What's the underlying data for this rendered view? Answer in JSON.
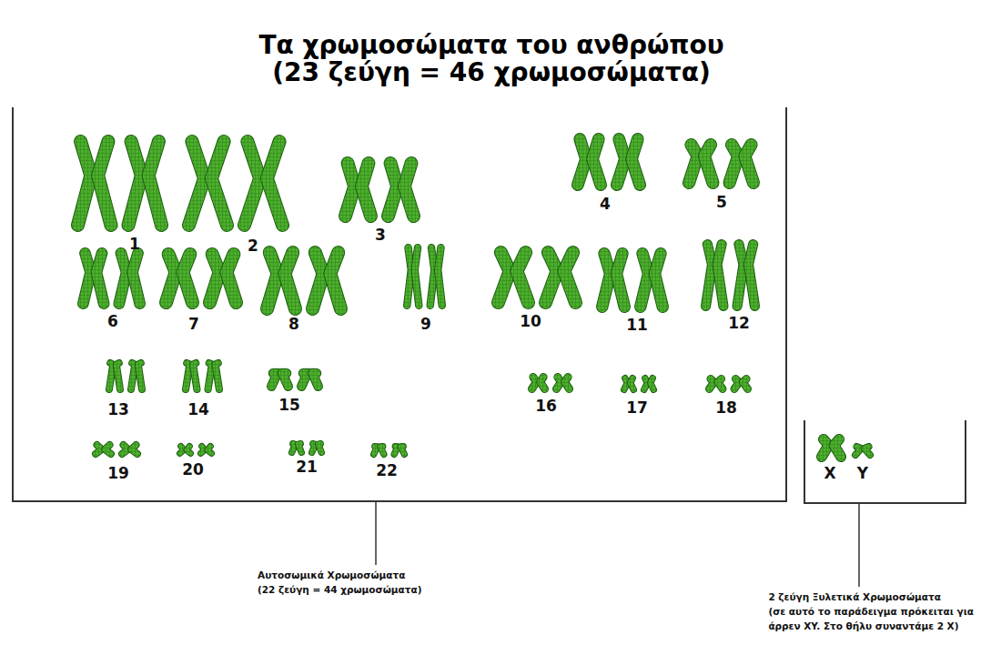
{
  "diagram": {
    "title": "Τα χρωμοσώματα του ανθρώπου",
    "nodes": [
      {
        "text": [
          "1",
          "2",
          "3",
          "4",
          "5",
          "6",
          "7",
          "8",
          "9",
          "10",
          "11",
          "12",
          "13",
          "14",
          "15",
          "16",
          "17",
          "18",
          "19",
          "20",
          "21",
          "22"
        ]
      },
      {
        "text": [
          "X",
          "Y"
        ]
      }
    ],
    "labels": [
      "(23 ζεύγη = 46 χρωμοσώματα)",
      "Αυτοσωμικά Χρωμοσώματα",
      "(22 ζεύγη = 44 χρωμοσώματα)",
      "2 ζεύγη Ξυλετικά Χρωμοσώματα",
      "(σε αυτό το παράδειγμα πρόκειται για",
      "άρρεν XY. Στο θήλυ συναντάμε 2 X)"
    ]
  }
}
